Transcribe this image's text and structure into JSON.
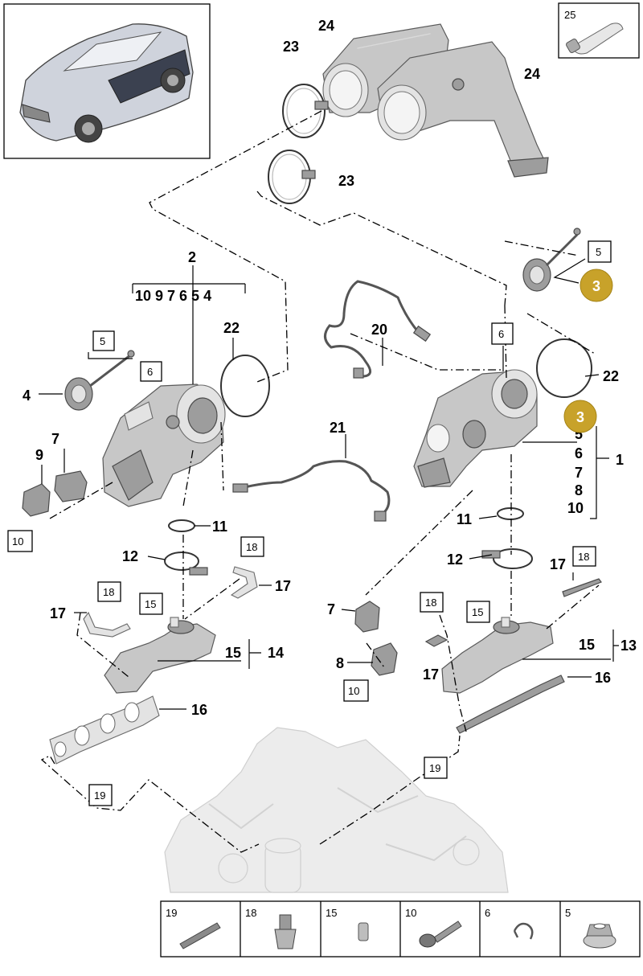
{
  "callouts": {
    "n1": "1",
    "n2": "2",
    "n3": "3",
    "n4": "4",
    "n5": "5",
    "n6": "6",
    "n7": "7",
    "n8": "8",
    "n9": "9",
    "n10": "10",
    "n11": "11",
    "n12": "12",
    "n13": "13",
    "n14": "14",
    "n15": "15",
    "n16": "16",
    "n17": "17",
    "n18": "18",
    "n19": "19",
    "n20": "20",
    "n21": "21",
    "n22": "22",
    "n23": "23",
    "n24": "24",
    "n25": "25"
  },
  "group_2_list": "10 9 7  6 5 4",
  "highlight_color": "#c8a22a",
  "parts_bar": [
    {
      "num": "19",
      "icon": "pin-icon"
    },
    {
      "num": "18",
      "icon": "stud-nut-icon"
    },
    {
      "num": "15",
      "icon": "sleeve-icon"
    },
    {
      "num": "10",
      "icon": "bolt-icon"
    },
    {
      "num": "6",
      "icon": "clip-icon"
    },
    {
      "num": "5",
      "icon": "flange-nut-icon"
    }
  ]
}
